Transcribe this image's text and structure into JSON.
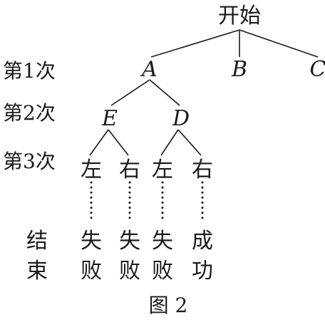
{
  "root": "开始",
  "level1": [
    "A",
    "B",
    "C"
  ],
  "level2": [
    "E",
    "D"
  ],
  "level3": [
    "左",
    "右",
    "左",
    "右"
  ],
  "row_labels": [
    "第1次",
    "第2次",
    "第3次"
  ],
  "end_label": [
    "结",
    "束"
  ],
  "outcomes": [
    [
      "失",
      "败"
    ],
    [
      "失",
      "败"
    ],
    [
      "失",
      "败"
    ],
    [
      "成",
      "功"
    ]
  ],
  "caption": "图 2"
}
